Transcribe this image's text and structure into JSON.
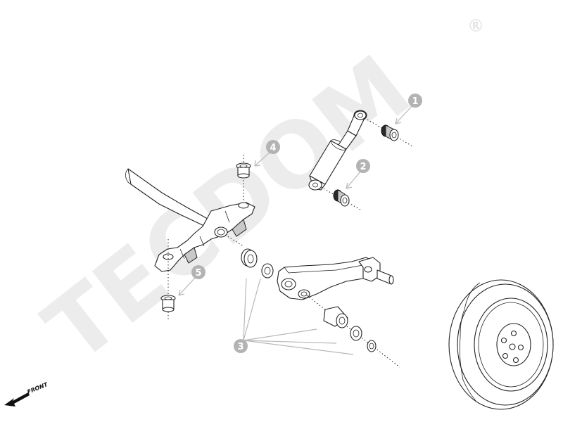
{
  "watermark": {
    "text": "TECDOM",
    "registered": "R"
  },
  "direction": {
    "label": "FRONT"
  },
  "callouts": [
    {
      "id": "1",
      "part": "shock-absorber-upper-bushing"
    },
    {
      "id": "2",
      "part": "shock-absorber-lower-bushing"
    },
    {
      "id": "3",
      "part": "control-arm-bushings"
    },
    {
      "id": "4",
      "part": "axle-beam-upper-bushing"
    },
    {
      "id": "5",
      "part": "axle-beam-lower-bushing"
    }
  ],
  "colors": {
    "callout": "#b3b3b3",
    "line": "#222222",
    "watermark": "#ececec"
  }
}
